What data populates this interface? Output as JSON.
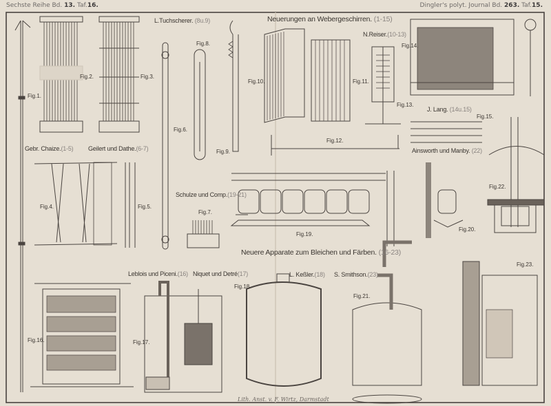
{
  "header": {
    "left": {
      "series": "Sechste Reihe Bd.",
      "volume": "13.",
      "plate_prefix": "Taf.",
      "plate": "16."
    },
    "right": {
      "journal": "Dingler's polyt. Journal Bd.",
      "volume": "263.",
      "plate_prefix": "Taf.",
      "plate": "15."
    }
  },
  "section_titles": {
    "heddles": "Neuerungen an Webergeschirren.",
    "heddles_range": "(1-15)",
    "bleaching": "Neuere Apparate zum Bleichen und Färben.",
    "bleaching_range": "(16-23)"
  },
  "authors": [
    {
      "name": "L.Tuchscherer.",
      "figs": "(8u.9)"
    },
    {
      "name": "N.Reiser.",
      "figs": "(10-13)"
    },
    {
      "name": "Gebr. Chaize.",
      "figs": "(1-5)"
    },
    {
      "name": "Geilert und Dathe.",
      "figs": "(6-7)"
    },
    {
      "name": "J. Lang.",
      "figs": "(14u.15)"
    },
    {
      "name": "Ainsworth und Manby.",
      "figs": "(22)"
    },
    {
      "name": "Schulze und Comp.",
      "figs": "(19-21)"
    },
    {
      "name": "Leblois und Piceni.",
      "figs": "(16)"
    },
    {
      "name": "Niquet und Detré",
      "figs": "(17)"
    },
    {
      "name": "L. Keßler.",
      "figs": "(18)"
    },
    {
      "name": "S. Smithson.",
      "figs": "(23)"
    }
  ],
  "figures": [
    "Fig.1.",
    "Fig.2.",
    "Fig.3.",
    "Fig.4.",
    "Fig.5.",
    "Fig.6.",
    "Fig.7.",
    "Fig.8.",
    "Fig.9.",
    "Fig.10.",
    "Fig.11.",
    "Fig.12.",
    "Fig.13.",
    "Fig.14.",
    "Fig.15.",
    "Fig.16.",
    "Fig.17.",
    "Fig.18.",
    "Fig.19.",
    "Fig.20.",
    "Fig.21.",
    "Fig.22.",
    "Fig.23."
  ],
  "imprint": "Lith. Anst. v. F. Wirtz, Darmstadt",
  "colors": {
    "paper": "#e6dfd3",
    "ink": "#3a3530",
    "faint": "#8a8480"
  }
}
